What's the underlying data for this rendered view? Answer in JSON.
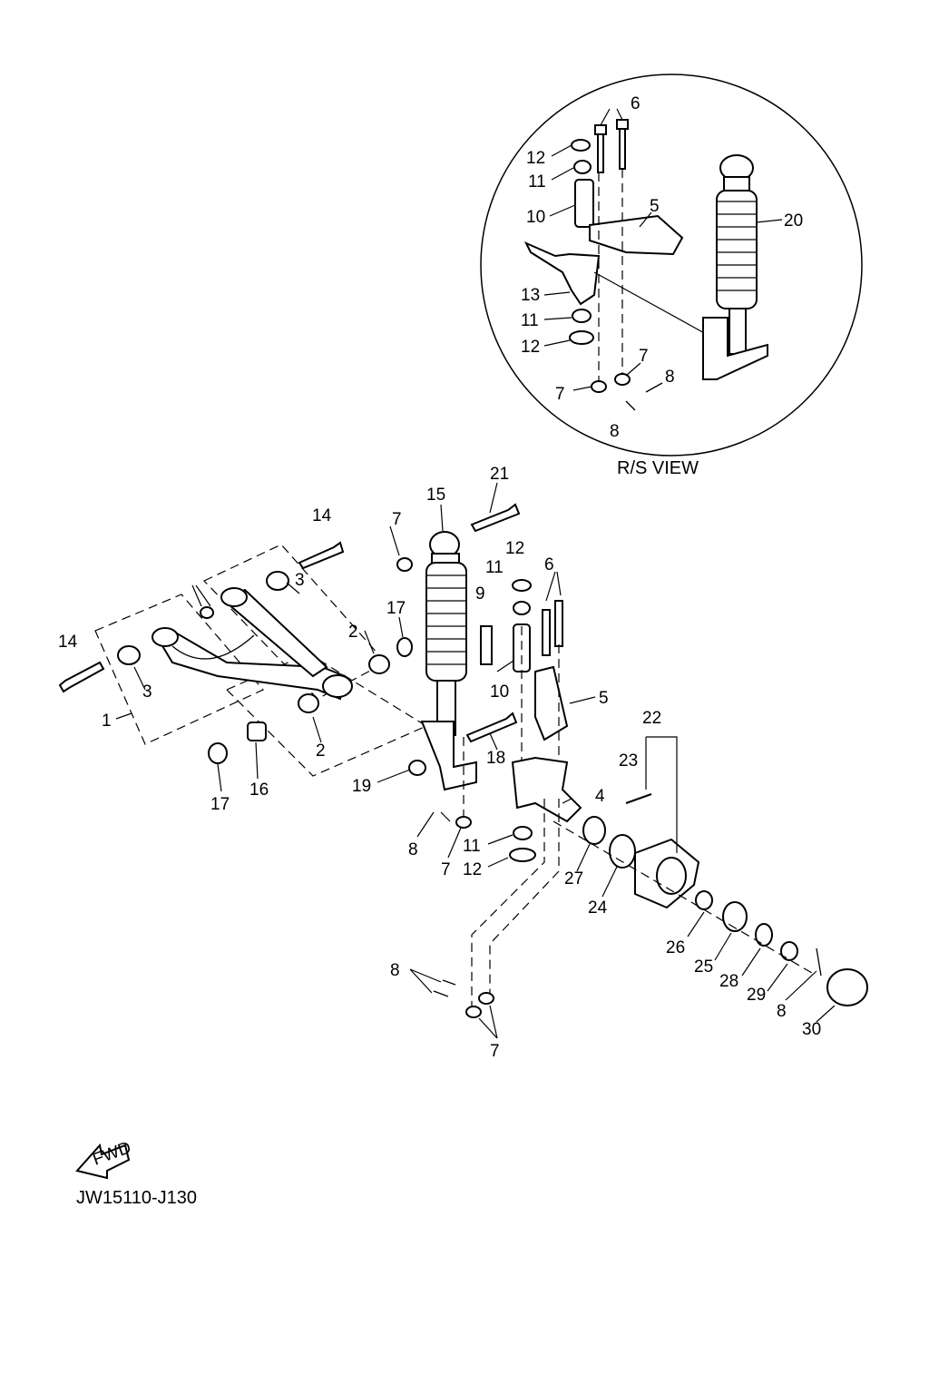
{
  "diagram": {
    "inset_caption": "R/S VIEW",
    "diagram_code": "JW15110-J130",
    "fwd_label": "FWD",
    "inset_callouts": [
      "6",
      "12",
      "11",
      "10",
      "5",
      "20",
      "13",
      "11",
      "12",
      "7",
      "8",
      "7",
      "8"
    ],
    "main_callouts": [
      "21",
      "15",
      "14",
      "7",
      "12",
      "11",
      "6",
      "9",
      "17",
      "2",
      "3",
      "14",
      "3",
      "1",
      "10",
      "5",
      "22",
      "23",
      "18",
      "2",
      "19",
      "16",
      "17",
      "4",
      "8",
      "11",
      "7",
      "12",
      "27",
      "24",
      "26",
      "25",
      "28",
      "29",
      "8",
      "30",
      "8",
      "7"
    ]
  }
}
